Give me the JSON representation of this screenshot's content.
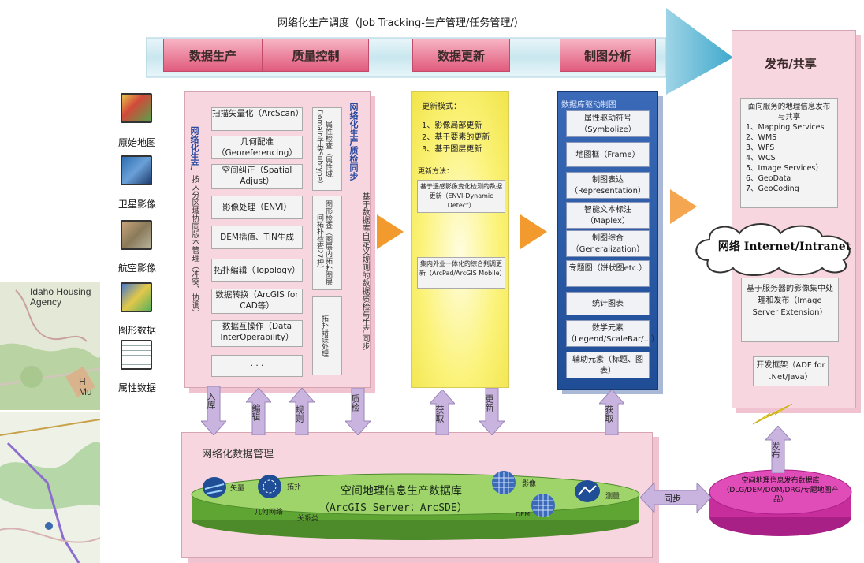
{
  "header": {
    "title": "网络化生产调度（Job Tracking-生产管理/任务管理/）",
    "tabs": [
      "数据生产",
      "质量控制",
      "数据更新",
      "制图分析",
      "发布/共享"
    ]
  },
  "left_maps": {
    "label1": "Idaho Housing Agency",
    "label2": "H Mu"
  },
  "sources": [
    "原始地图",
    "卫星影像",
    "航空影像",
    "图形数据",
    "属性数据"
  ],
  "production": {
    "side_title": "网络化生产",
    "side_sub": "按人分区域协同版本管理（冲突、协调）",
    "items": [
      "扫描矢量化（ArcScan）",
      "几何配准（Georeferencing）",
      "空间纠正（Spatial Adjust）",
      "影像处理（ENVI）",
      "DEM插值、TIN生成",
      "拓扑编辑（Topology）",
      "数据转换（ArcGIS for CAD等）",
      "数据互操作（Data InterOperability）",
      "· · ·"
    ],
    "qc_items": [
      "属性检查（属性域Domain子类Subtype）",
      "图形检查（图层内拓扑图层间拓扑检查27种）",
      "拓扑错误处理"
    ],
    "qc_side_title": "网络化生产质检同步",
    "qc_side_sub": "基于数据库自定义规则的数据质检与生产同步"
  },
  "update": {
    "mode_title": "更新模式：",
    "modes": [
      "1、影像局部更新",
      "2、基于要素的更新",
      "3、基于图层更新"
    ],
    "method_title": "更新方法：",
    "method1": "基于遥感影像变化检测的数据更新（ENVI-Dynamic Detect）",
    "method2": "集内外业一体化的综合判调更新（ArcPad/ArcGIS Mobile）"
  },
  "cartography": {
    "title": "数据库驱动制图",
    "items": [
      "属性驱动符号（Symbolize）",
      "地图框（Frame）",
      "制图表达（Representation）",
      "智能文本标注（Maplex）",
      "制图综合（Generalization）",
      "专题图（饼状图etc.）",
      "统计图表",
      "数学元素（Legend/ScaleBar/...）",
      "辅助元素（标题、图表）"
    ]
  },
  "publish": {
    "services_title": "面向服务的地理信息发布与共享",
    "services": [
      "1、Mapping Services",
      "2、WMS",
      "3、WFS",
      "4、WCS",
      "5、Image Services）",
      "6、GeoData",
      "7、GeoCoding"
    ],
    "cloud": "网络 Internet/Intranet",
    "image_server": "基于服务器的影像集中处理和发布（Image Server Extension）",
    "adf": "开发框架（ADF for .Net/Java）"
  },
  "flows": {
    "down_up": [
      "入库",
      "编辑",
      "规则",
      "质检",
      "获取",
      "更新",
      "获取"
    ],
    "sync": "同步",
    "release": "发布"
  },
  "db": {
    "panel_title": "网络化数据管理",
    "name": "空间地理信息生产数据库",
    "sub": "（ArcGIS Server：ArcSDE）",
    "labels": [
      "矢量",
      "拓扑",
      "几何网络",
      "关系类",
      "影像",
      "DEM",
      "测量"
    ]
  },
  "publish_db": {
    "name": "空间地理信息发布数据库",
    "sub": "（DLG/DEM/DOM/DRG/专题地图产品）"
  },
  "colors": {
    "tab": "#e05b7d",
    "pink_panel": "#f7d6df",
    "yellow_panel": "#fbf37a",
    "blue_panel": "#2e5aa8",
    "orange_arrow": "#f29a2e",
    "green_db": "#7dc24a",
    "magenta_db": "#d03aa8"
  }
}
